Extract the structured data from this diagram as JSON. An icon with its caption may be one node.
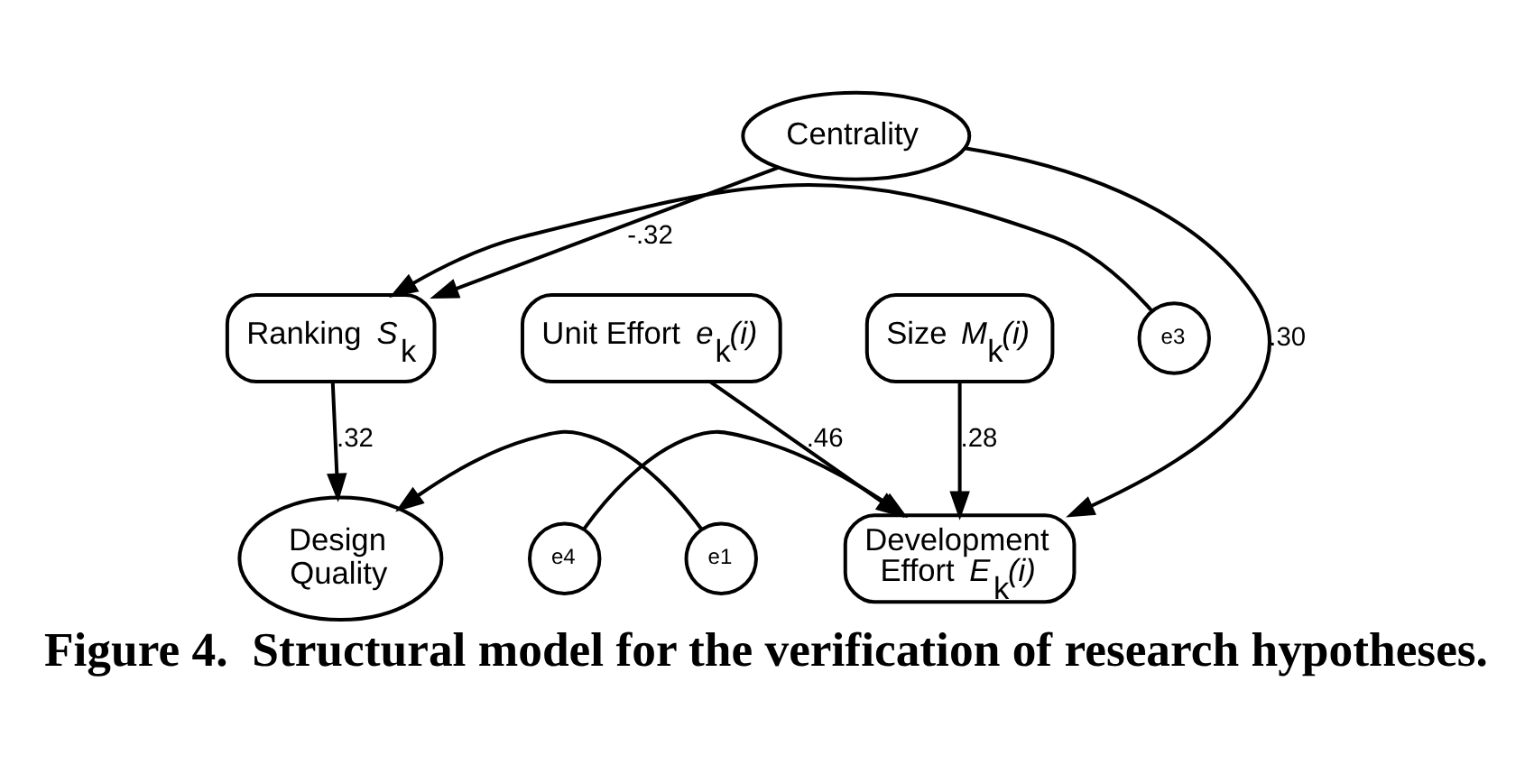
{
  "diagram": {
    "caption": "Figure 4.  Structural model for the verification of research hypotheses.",
    "nodes": [
      {
        "text": [
          "Design Quality"
        ]
      },
      {
        "text": [
          "e1"
        ]
      },
      {
        "text": [
          "Unit Effort *e*$_{k}$*(i)*"
        ]
      },
      {
        "text": [
          "Size *M*$_{k}$*(i)*"
        ]
      },
      {
        "text": [
          "Ranking *S*$_{k}$"
        ]
      },
      {
        "text": [
          "e3"
        ]
      },
      {
        "text": [
          "e4"
        ]
      },
      {
        "text": [
          "Development Effort *E*$_{k}$*(i)*"
        ]
      },
      {
        "text": [
          "Centrality"
        ]
      }
    ],
    "edges": [
      {
        "from": 1,
        "to": 0,
        "arrow": "to"
      },
      {
        "from": 4,
        "to": 0,
        "arrow": "to",
        "label": ".32"
      },
      {
        "from": 2,
        "to": 7,
        "arrow": "to",
        "label": ".46"
      },
      {
        "from": 3,
        "to": 7,
        "arrow": "to",
        "label": ".28"
      },
      {
        "from": 5,
        "to": 4,
        "arrow": "to"
      },
      {
        "from": 6,
        "to": 7,
        "arrow": "to"
      },
      {
        "from": 8,
        "to": 7,
        "arrow": "to",
        "label": ".30"
      },
      {
        "from": 8,
        "to": 4,
        "arrow": "to",
        "label": "-.32"
      }
    ]
  }
}
